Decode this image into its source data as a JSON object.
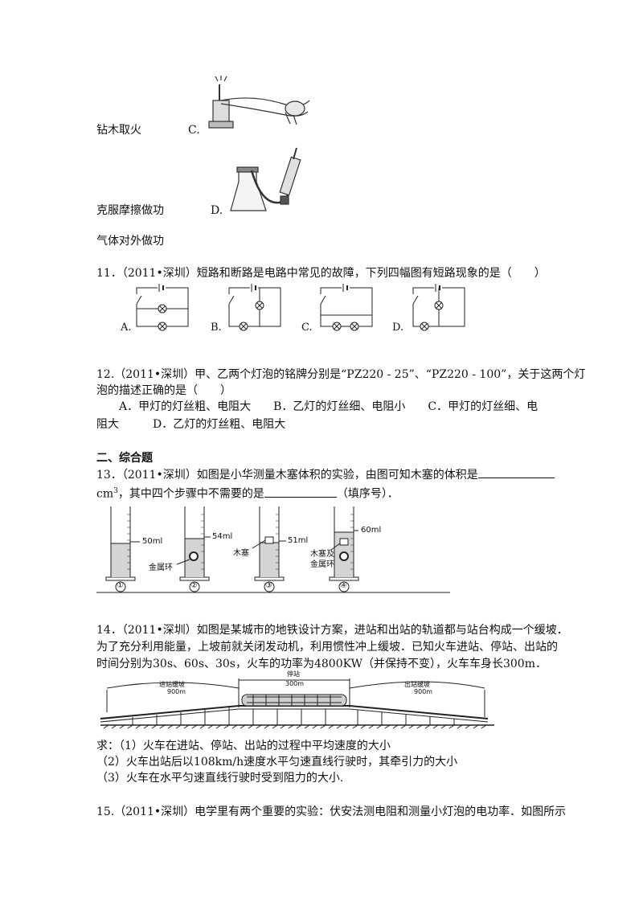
{
  "q10": {
    "a_text": "钻木取火",
    "c_label": "C.",
    "b_text": "克服摩擦做功",
    "d_label": "D.",
    "d_text": "气体对外做功"
  },
  "q11": {
    "stem": "11．（2011•深圳）短路和断路是电路中常见的故障，下列四幅图有短路现象的是（　　）",
    "options": [
      "A.",
      "B.",
      "C.",
      "D."
    ]
  },
  "q12": {
    "stem_line1": "12.（2011•深圳）甲、乙两个灯泡的铭牌分别是“PZ220 - 25”、“PZ220 - 100”，关于这两个灯",
    "stem_line2": "泡的描述正确的是（　　）",
    "options_line1": "A．甲灯的灯丝粗、电阻大　　B．乙灯的灯丝细、电阻小　　C．甲灯的灯丝细、电",
    "options_line2": "阻大　　　D．乙灯的灯丝粗、电阻大"
  },
  "section2": {
    "title": "二、综合题"
  },
  "q13": {
    "stem_a": "13．（2011•深圳）如图是小华测量木塞体积的实验，由图可知木塞的体积是",
    "unit": "cm",
    "sup": "3",
    "stem_b": "，其中四个步骤中不需要的是",
    "stem_c": "（填序号）．",
    "cyl_labels": [
      "50ml",
      "54ml",
      "51ml",
      "60ml"
    ],
    "obj_labels": [
      "金属环",
      "木塞",
      "木塞及",
      "金属环"
    ],
    "step_nums": [
      "①",
      "②",
      "③",
      "④"
    ]
  },
  "q14": {
    "line1": "14．（2011•深圳）如图是某城市的地铁设计方案，进站和出站的轨道都与站台构成一个缓坡．",
    "line2": "为了充分利用能量，上坡前就关闭发动机，利用惯性冲上缓坡．已知火车进站、停站、出站的",
    "line3": "时间分别为30s、60s、30s，火车的功率为4800KW（并保持不变），火车车身长300m．",
    "diagram": {
      "left_slope": "进站缓坡",
      "left_len": "900m",
      "station": "停站",
      "station_len": "300m",
      "right_slope": "出站缓坡",
      "right_len": "900m"
    },
    "ask1": "求：（1）火车在进站、停站、出站的过程中平均速度的大小",
    "ask2": "（2）火车出站后以108km/h速度水平匀速直线行驶时，其牵引力的大小",
    "ask3": "（3）火车在水平匀速直线行驶时受到阻力的大小."
  },
  "q15": {
    "stem": "15.（2011•深圳）电学里有两个重要的实验：伏安法测电阻和测量小灯泡的电功率．如图所示"
  }
}
